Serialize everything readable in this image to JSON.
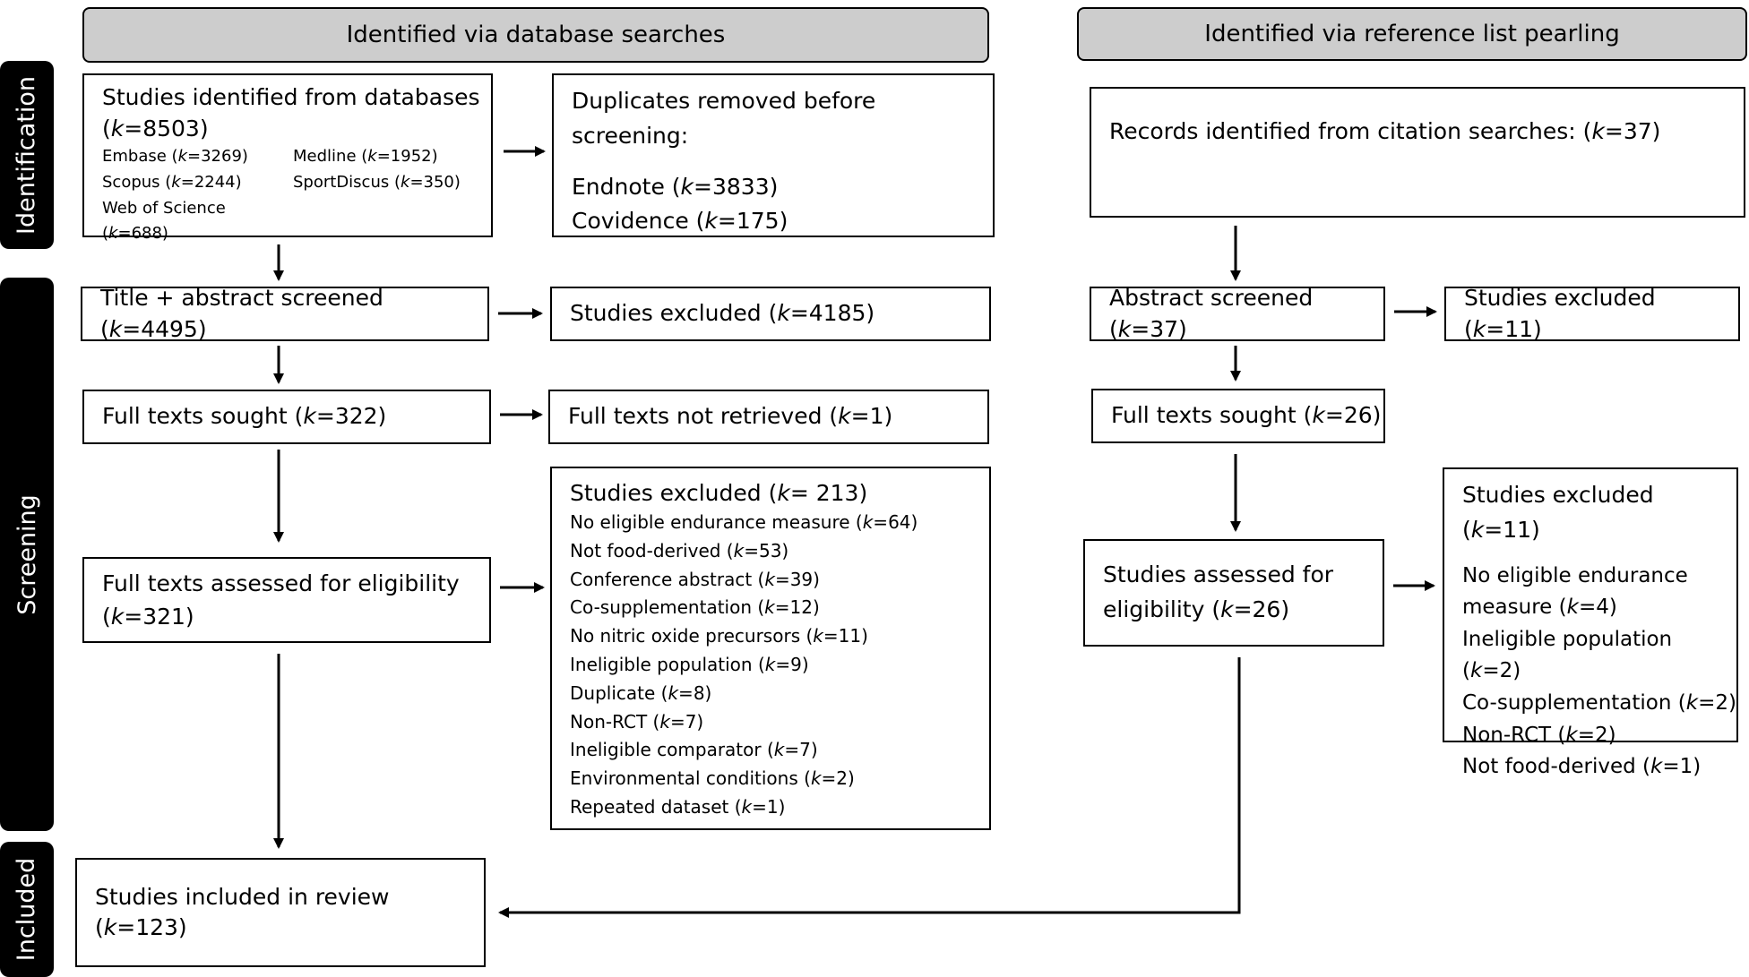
{
  "sidebar": {
    "identification": "Identification",
    "screening": "Screening",
    "included": "Included"
  },
  "headers": {
    "database": "Identified via database searches",
    "reference": "Identified via reference list pearling"
  },
  "database": {
    "identified": {
      "title": "Studies identified from databases",
      "count": "(k=8503)",
      "sources": [
        "Embase (k=3269)",
        "Medline (k=1952)",
        "Scopus (k=2244)",
        "SportDiscus (k=350)",
        "Web of Science (k=688)"
      ]
    },
    "duplicates": {
      "title": "Duplicates removed before screening:",
      "items": [
        "Endnote (k=3833)",
        "Covidence (k=175)"
      ]
    },
    "title_abstract": "Title + abstract screened (k=4495)",
    "excluded_screen": "Studies excluded (k=4185)",
    "sought": "Full texts sought (k=322)",
    "not_retrieved": "Full texts not retrieved (k=1)",
    "assessed": [
      "Full texts assessed for eligibility",
      "(k=321)"
    ],
    "excluded_full": {
      "title": "Studies excluded (k= 213)",
      "reasons": [
        "No eligible endurance measure (k=64)",
        "Not food-derived (k=53)",
        "Conference abstract (k=39)",
        "Co-supplementation (k=12)",
        "No nitric oxide precursors (k=11)",
        "Ineligible population (k=9)",
        "Duplicate (k=8)",
        "Non-RCT (k=7)",
        "Ineligible comparator (k=7)",
        "Environmental conditions (k=2)",
        "Repeated dataset (k=1)"
      ]
    },
    "included": "Studies included in review (k=123)"
  },
  "reference": {
    "records": "Records identified from citation searches: (k=37)",
    "abstract": "Abstract screened (k=37)",
    "excluded_abstract": "Studies excluded (k=11)",
    "sought": "Full texts sought (k=26)",
    "assessed": [
      "Studies assessed for",
      "eligibility (k=26)"
    ],
    "excluded_full": {
      "title": "Studies excluded (k=11)",
      "reasons": [
        "No eligible endurance",
        "measure (k=4)",
        "Ineligible population (k=2)",
        "Co-supplementation (k=2)",
        "Non-RCT (k=2)",
        "Not food-derived (k=1)"
      ]
    }
  }
}
